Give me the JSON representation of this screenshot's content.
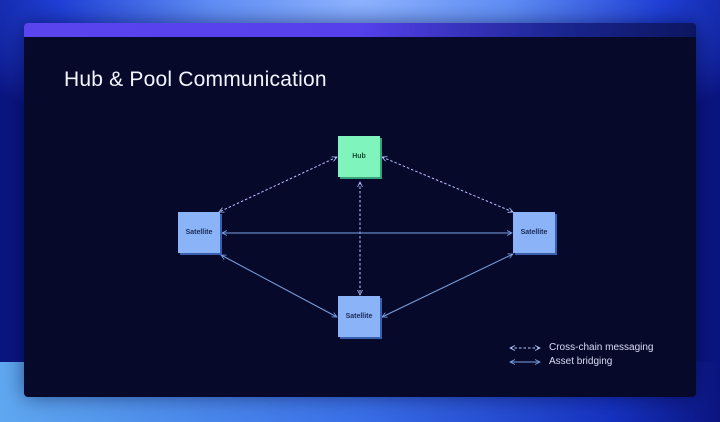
{
  "title": "Hub & Pool Communication",
  "nodes": {
    "hub": "Hub",
    "left": "Satellite",
    "right": "Satellite",
    "bottom": "Satellite"
  },
  "legend": {
    "dashed": "Cross-chain messaging",
    "solid": "Asset bridging"
  },
  "colors": {
    "hub": "#7ff5bd",
    "satellite": "#8ab3f8",
    "accent": "#5a44ee"
  }
}
